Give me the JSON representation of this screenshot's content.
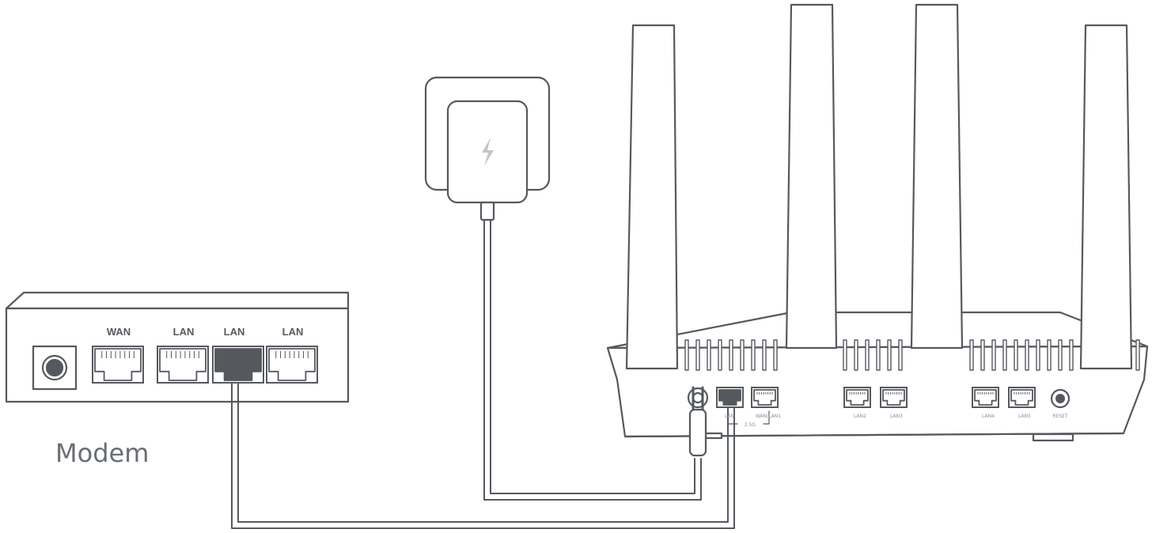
{
  "modem": {
    "name": "Modem",
    "ports": [
      "WAN",
      "LAN",
      "LAN",
      "LAN"
    ]
  },
  "router": {
    "ports": [
      "WAN/LAN1",
      "LAN2",
      "LAN3",
      "LAN4",
      "LAN5",
      "RESET"
    ],
    "port_group_label": "2.5G",
    "port_group_first": "LAN"
  },
  "colors": {
    "stroke": "#55595e",
    "fill": "#ffffff",
    "port_active": "#55595e",
    "power_icon": "#c4c6c8"
  },
  "icons": [
    "power-adapter-icon",
    "lightning-icon",
    "ethernet-port-icon",
    "dc-power-jack-icon",
    "reset-button-icon"
  ]
}
